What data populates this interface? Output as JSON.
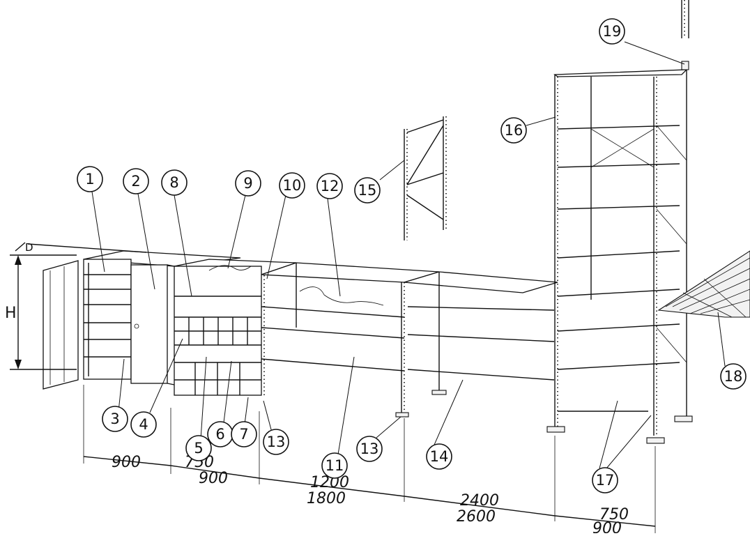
{
  "callouts": [
    "1",
    "2",
    "3",
    "4",
    "5",
    "6",
    "7",
    "8",
    "9",
    "10",
    "11",
    "12",
    "13",
    "13",
    "14",
    "15",
    "16",
    "17",
    "18",
    "19"
  ],
  "dimensions": {
    "depth_label": "D",
    "height_label": "H",
    "segments": [
      {
        "line1": "900",
        "line2": ""
      },
      {
        "line1": "750",
        "line2": "900"
      },
      {
        "line1": "1200",
        "line2": "1800"
      },
      {
        "line1": "2400",
        "line2": "2600"
      },
      {
        "line1": "750",
        "line2": "900"
      }
    ]
  }
}
